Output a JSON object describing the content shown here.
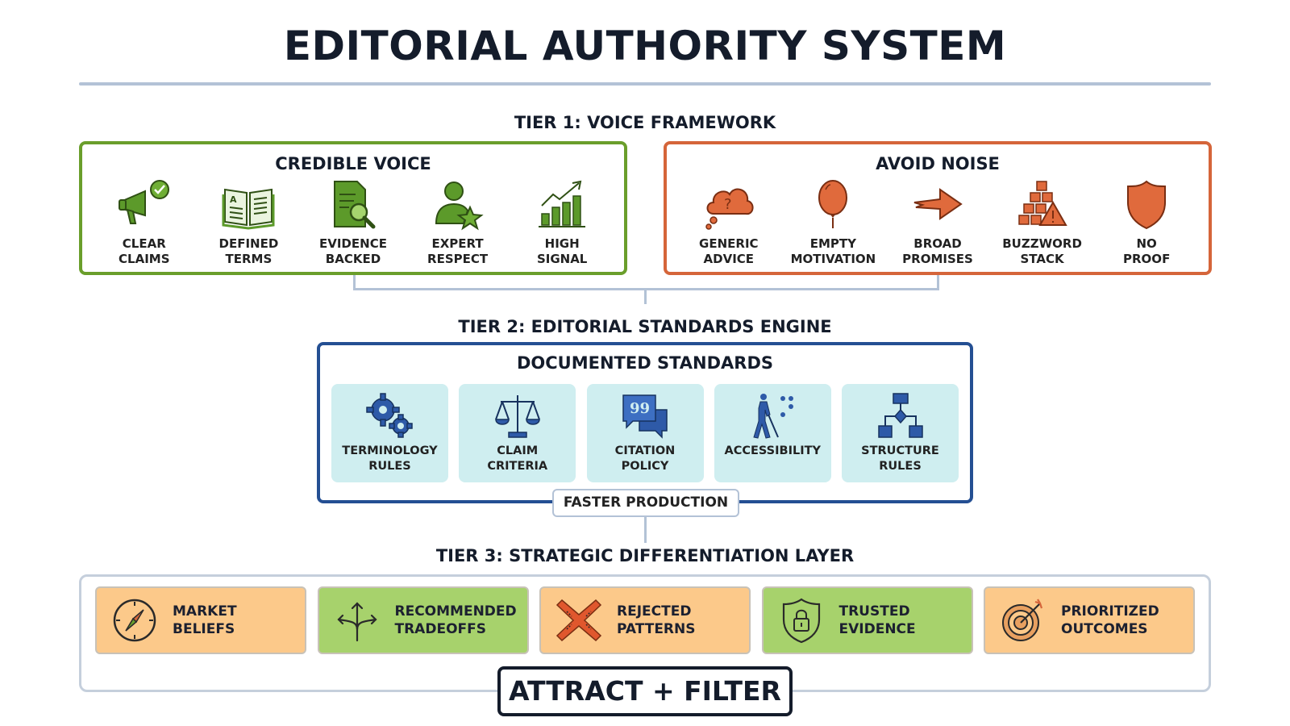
{
  "title": "EDITORIAL AUTHORITY SYSTEM",
  "tier1": {
    "label": "TIER 1: VOICE FRAMEWORK",
    "credible": {
      "title": "CREDIBLE VOICE",
      "color": "#6a9e2b",
      "items": [
        {
          "label": "CLEAR\nCLAIMS",
          "icon": "megaphone-check-icon"
        },
        {
          "label": "DEFINED\nTERMS",
          "icon": "open-book-icon"
        },
        {
          "label": "EVIDENCE\nBACKED",
          "icon": "document-magnifier-icon"
        },
        {
          "label": "EXPERT\nRESPECT",
          "icon": "person-star-icon"
        },
        {
          "label": "HIGH\nSIGNAL",
          "icon": "bar-chart-up-icon"
        }
      ]
    },
    "noise": {
      "title": "AVOID NOISE",
      "color": "#d5653a",
      "items": [
        {
          "label": "GENERIC\nADVICE",
          "icon": "question-cloud-icon"
        },
        {
          "label": "EMPTY\nMOTIVATION",
          "icon": "balloon-icon"
        },
        {
          "label": "BROAD\nPROMISES",
          "icon": "arrow-icon"
        },
        {
          "label": "BUZZWORD\nSTACK",
          "icon": "blocks-warning-icon"
        },
        {
          "label": "NO\nPROOF",
          "icon": "shield-icon"
        }
      ]
    }
  },
  "tier2": {
    "label": "TIER 2: EDITORIAL STANDARDS ENGINE",
    "title": "DOCUMENTED STANDARDS",
    "color": "#244f93",
    "items": [
      {
        "label": "TERMINOLOGY\nRULES",
        "icon": "gears-icon"
      },
      {
        "label": "CLAIM\nCRITERIA",
        "icon": "scales-icon"
      },
      {
        "label": "CITATION\nPOLICY",
        "icon": "quote-bubbles-icon"
      },
      {
        "label": "ACCESSIBILITY",
        "icon": "accessibility-cane-icon"
      },
      {
        "label": "STRUCTURE\nRULES",
        "icon": "flowchart-icon"
      }
    ],
    "footer": "FASTER PRODUCTION"
  },
  "tier3": {
    "label": "TIER 3: STRATEGIC DIFFERENTIATION LAYER",
    "items": [
      {
        "label": "MARKET\nBELIEFS",
        "icon": "compass-icon",
        "tone": "orange"
      },
      {
        "label": "RECOMMENDED\nTRADEOFFS",
        "icon": "split-arrows-icon",
        "tone": "green"
      },
      {
        "label": "REJECTED\nPATTERNS",
        "icon": "x-mark-icon",
        "tone": "orange"
      },
      {
        "label": "TRUSTED\nEVIDENCE",
        "icon": "shield-lock-icon",
        "tone": "green"
      },
      {
        "label": "PRIORITIZED\nOUTCOMES",
        "icon": "target-icon",
        "tone": "orange"
      }
    ],
    "footer": "ATTRACT + FILTER"
  }
}
